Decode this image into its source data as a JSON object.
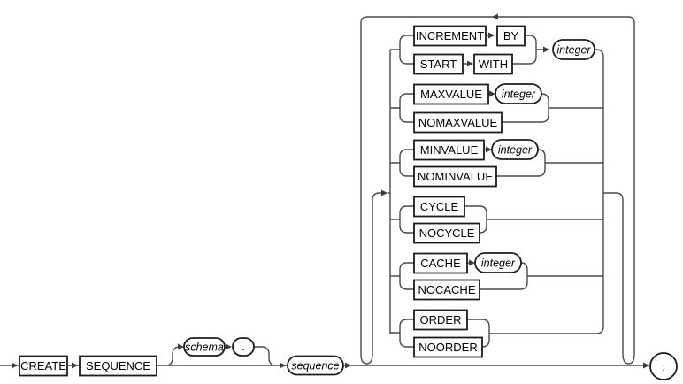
{
  "diagram": {
    "type": "railroad-syntax-diagram",
    "statement": "CREATE SEQUENCE statement syntax",
    "colors": {
      "background": "#ffffff",
      "line": "#4a4a4a",
      "shape_border": "#1c1c1c",
      "shape_fill": "#ffffff",
      "text": "#000000"
    },
    "nodes": {
      "create": "CREATE",
      "sequence_keyword": "SEQUENCE",
      "schema": "schema",
      "dot": ".",
      "sequence_name": "sequence",
      "increment": "INCREMENT",
      "by": "BY",
      "start": "START",
      "with": "WITH",
      "integer": "integer",
      "maxvalue": "MAXVALUE",
      "nomaxvalue": "NOMAXVALUE",
      "minvalue": "MINVALUE",
      "nominvalue": "NOMINVALUE",
      "cycle": "CYCLE",
      "nocycle": "NOCYCLE",
      "cache": "CACHE",
      "nocache": "NOCACHE",
      "order": "ORDER",
      "noorder": "NOORDER",
      "semicolon": ";"
    }
  }
}
